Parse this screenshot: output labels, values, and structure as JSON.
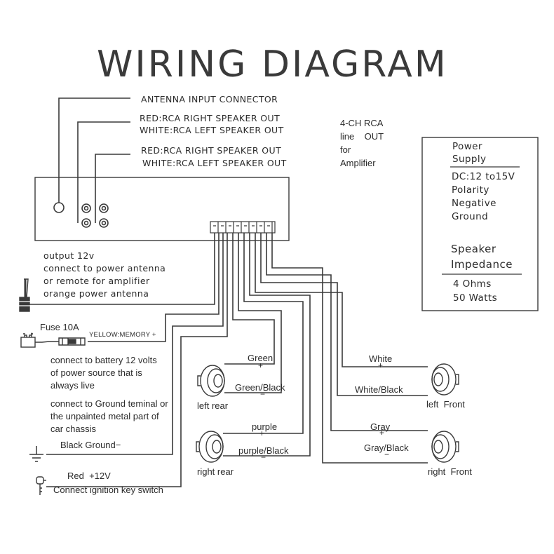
{
  "title": "WIRING DIAGRAM",
  "head_unit": {
    "antenna_label": "ANTENNA INPUT CONNECTOR",
    "rca1_line1": "RED:RCA RIGHT SPEAKER OUT",
    "rca1_line2": "WHITE:RCA  LEFT SPEAKER OUT",
    "rca2_line1": "RED:RCA RIGHT SPEAKER OUT",
    "rca2_line2": "WHITE:RCA  LEFT SPEAKER OUT",
    "rca4ch_line1": "4-CH RCA",
    "rca4ch_line2": "line    OUT",
    "rca4ch_line3": "for",
    "rca4ch_line4": "Amplifier"
  },
  "spec_box": {
    "power_supply_1": "Power",
    "power_supply_2": "Supply",
    "dc": "DC:12 to15V",
    "polarity": "Polarity",
    "negative": "Negative",
    "ground": "Ground",
    "speaker": "Speaker",
    "impedance": "Impedance",
    "ohms": "4 Ohms",
    "watts": "50 Watts"
  },
  "left_wires": {
    "output_line1": "output 12v",
    "output_line2": "connect to power antenna",
    "output_line3": "or remote for amplifier",
    "output_line4": "orange power antenna",
    "fuse": "Fuse 10A",
    "yellow": "YELLOW:MEMORY +",
    "battery_line1": "connect to battery 12 volts",
    "battery_line2": "of power source that is",
    "battery_line3": "always live",
    "ground_line1": "connect to Ground teminal or",
    "ground_line2": "the unpainted metal part of",
    "ground_line3": "car chassis",
    "black_ground": "Black Ground−",
    "red": "Red  +12V",
    "ignition": "Connect ignition key switch"
  },
  "speakers": {
    "left_rear": "left rear",
    "right_rear": "right rear",
    "left_front": "left  Front",
    "right_front": "right  Front",
    "green": "Green",
    "green_black": "Green/Black",
    "purple": "purple",
    "purple_black": "purple/Black",
    "white": "White",
    "white_black": "White/Black",
    "gray": "Gray",
    "gray_black": "Gray/Black",
    "plus": "+",
    "minus": "−"
  },
  "colors": {
    "line": "#3a3a3a",
    "text": "#2b2b2b",
    "background": "#ffffff"
  }
}
